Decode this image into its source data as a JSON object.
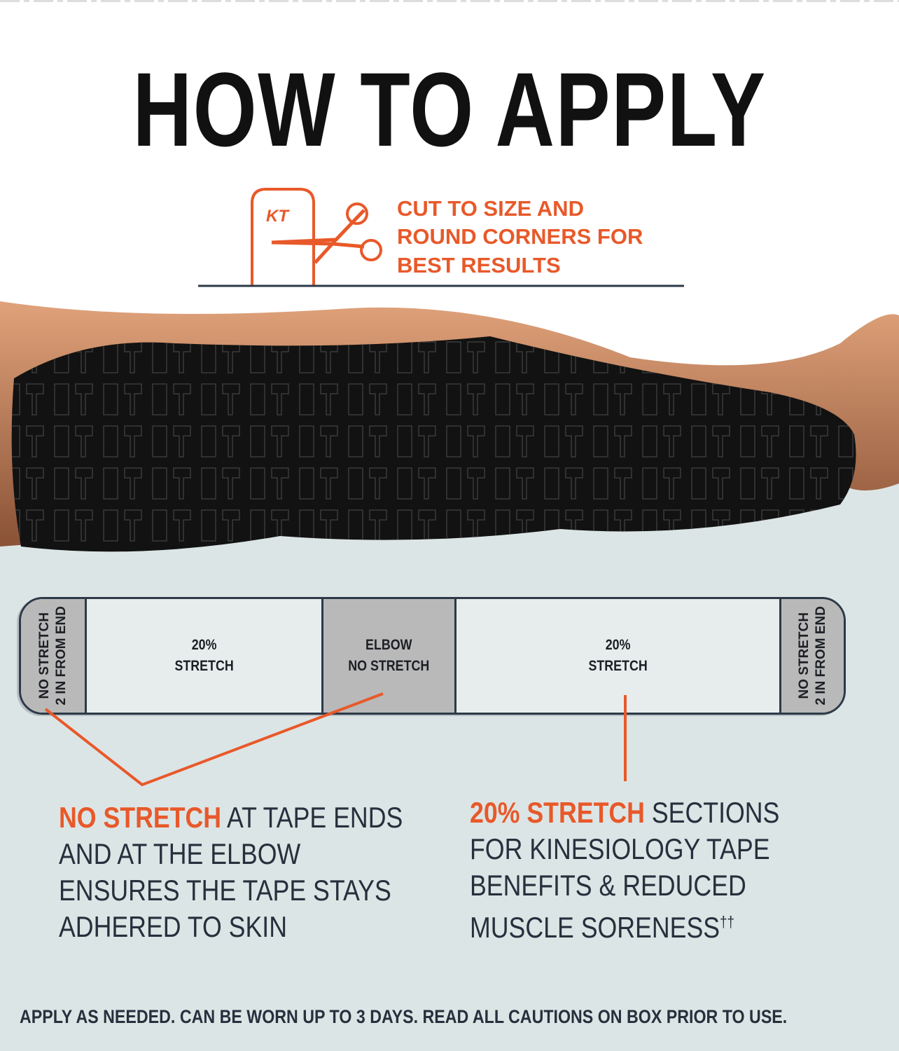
{
  "title": "HOW TO APPLY",
  "cut_instruction": {
    "logo": "KT",
    "lines": [
      "CUT TO SIZE AND",
      "ROUND CORNERS FOR",
      "BEST RESULTS"
    ]
  },
  "tape_diagram": {
    "segments": [
      {
        "line1": "NO STRETCH",
        "line2": "2 IN FROM END"
      },
      {
        "line1": "20%",
        "line2": "STRETCH"
      },
      {
        "line1": "ELBOW",
        "line2": "NO STRETCH"
      },
      {
        "line1": "20%",
        "line2": "STRETCH"
      },
      {
        "line1": "NO STRETCH",
        "line2": "2 IN FROM END"
      }
    ]
  },
  "left_note": {
    "highlight": "NO STRETCH",
    "line1_rest": " AT TAPE ENDS",
    "line2": "AND AT THE ELBOW",
    "line3": "ENSURES THE TAPE STAYS",
    "line4": "ADHERED TO SKIN"
  },
  "right_note": {
    "highlight": "20% STRETCH",
    "line1_rest": " SECTIONS",
    "line2": "FOR KINESIOLOGY TAPE",
    "line3": "BENEFITS & REDUCED",
    "line4": "MUSCLE SORENESS",
    "sup": "††"
  },
  "footer": "APPLY AS NEEDED. CAN BE WORN UP TO 3 DAYS. READ ALL CAUTIONS ON BOX PRIOR TO USE.",
  "colors": {
    "accent": "#e8592a",
    "text": "#26303d",
    "background": "#dce5e5"
  }
}
